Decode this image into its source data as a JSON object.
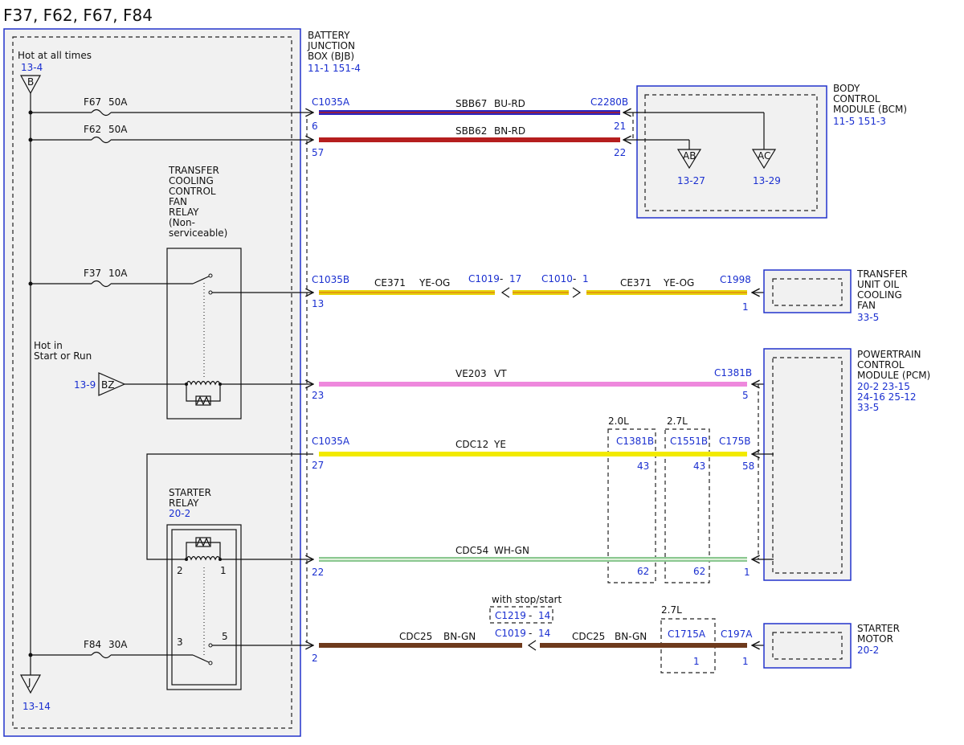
{
  "title": "F37, F62, F67, F84",
  "colors": {
    "blue": "#1a2fd0",
    "bu_rd": "#2b25c0",
    "bn_rd": "#b51e1e",
    "ye_og": "#e6d40a",
    "vt": "#ee88dd",
    "ye": "#f2ea00",
    "wh_gn": "#3aa04a",
    "bn_gn": "#6e3a1c"
  },
  "bjb": {
    "name_lines": [
      "BATTERY",
      "JUNCTION",
      "BOX (BJB)"
    ],
    "refs": "11-1   151-4",
    "hot_at_all_times": "Hot at all times",
    "hot_ref": "13-4",
    "tri_b": "B",
    "hot_in_lines": [
      "Hot in",
      "Start or Run"
    ],
    "bz_ref": "13-9",
    "bz": "BZ",
    "tri_j": "J",
    "j_ref": "13-14"
  },
  "fuses": [
    {
      "id": "F67",
      "amp": "50A"
    },
    {
      "id": "F62",
      "amp": "50A"
    },
    {
      "id": "F37",
      "amp": "10A"
    },
    {
      "id": "F84",
      "amp": "30A"
    }
  ],
  "transfer_relay_lines": [
    "TRANSFER",
    "COOLING",
    "CONTROL",
    "FAN",
    "RELAY",
    "(Non-",
    "serviceable)"
  ],
  "starter_relay": {
    "lines": [
      "STARTER",
      "RELAY"
    ],
    "ref": "20-2",
    "pins": [
      "2",
      "1",
      "3",
      "5"
    ]
  },
  "bcm": {
    "lines": [
      "BODY",
      "CONTROL",
      "MODULE (BCM)"
    ],
    "refs": "11-5   151-3",
    "ab": "AB",
    "ab_ref": "13-27",
    "ac": "AC",
    "ac_ref": "13-29"
  },
  "tuocf": {
    "lines": [
      "TRANSFER",
      "UNIT OIL",
      "COOLING",
      "FAN"
    ],
    "ref": "33-5"
  },
  "pcm": {
    "lines": [
      "POWERTRAIN",
      "CONTROL",
      "MODULE (PCM)"
    ],
    "refs": [
      "20-2   23-15",
      "24-16   25-12",
      "33-5"
    ]
  },
  "starter_motor": {
    "lines": [
      "STARTER",
      "MOTOR"
    ],
    "ref": "20-2"
  },
  "wires": {
    "w1": {
      "conn_l": "C1035A",
      "pin_l": "6",
      "circuit": "SBB67",
      "color": "BU-RD",
      "conn_r": "C2280B",
      "pin_r": "21"
    },
    "w2": {
      "pin_l": "57",
      "circuit": "SBB62",
      "color": "BN-RD",
      "pin_r": "22"
    },
    "w3": {
      "conn_l": "C1035B",
      "pin_l": "13",
      "circuit": "CE371",
      "color": "YE-OG",
      "mid1": "C1019",
      "mid1_pin": "17",
      "mid2": "C1010",
      "mid2_pin": "1",
      "circuit2": "CE371",
      "color2": "YE-OG",
      "conn_r": "C1998",
      "pin_r": "1"
    },
    "w4": {
      "pin_l": "23",
      "circuit": "VE203",
      "color": "VT",
      "conn_r": "C1381B",
      "pin_r": "5"
    },
    "w5": {
      "conn_l": "C1035A",
      "pin_l": "27",
      "circuit": "CDC12",
      "color": "YE",
      "v1": "2.0L",
      "v1_conn": "C1381B",
      "v1_pin": "43",
      "v2": "2.7L",
      "v2_conn": "C1551B",
      "v2_pin": "43",
      "conn_r": "C175B",
      "pin_r": "58"
    },
    "w6": {
      "pin_l": "22",
      "circuit": "CDC54",
      "color": "WH-GN",
      "v1_pin": "62",
      "v2_pin": "62",
      "pin_r": "1"
    },
    "w7": {
      "pin_l": "2",
      "circuit": "CDC25",
      "color": "BN-GN",
      "note": "with stop/start",
      "alt_conn": "C1219",
      "alt_pin": "14",
      "mid": "C1019",
      "mid_pin": "14",
      "circuit2": "CDC25",
      "color2": "BN-GN",
      "v3": "2.7L",
      "v3_conn": "C1715A",
      "v3_pin": "1",
      "conn_r": "C197A",
      "pin_r": "1"
    }
  }
}
